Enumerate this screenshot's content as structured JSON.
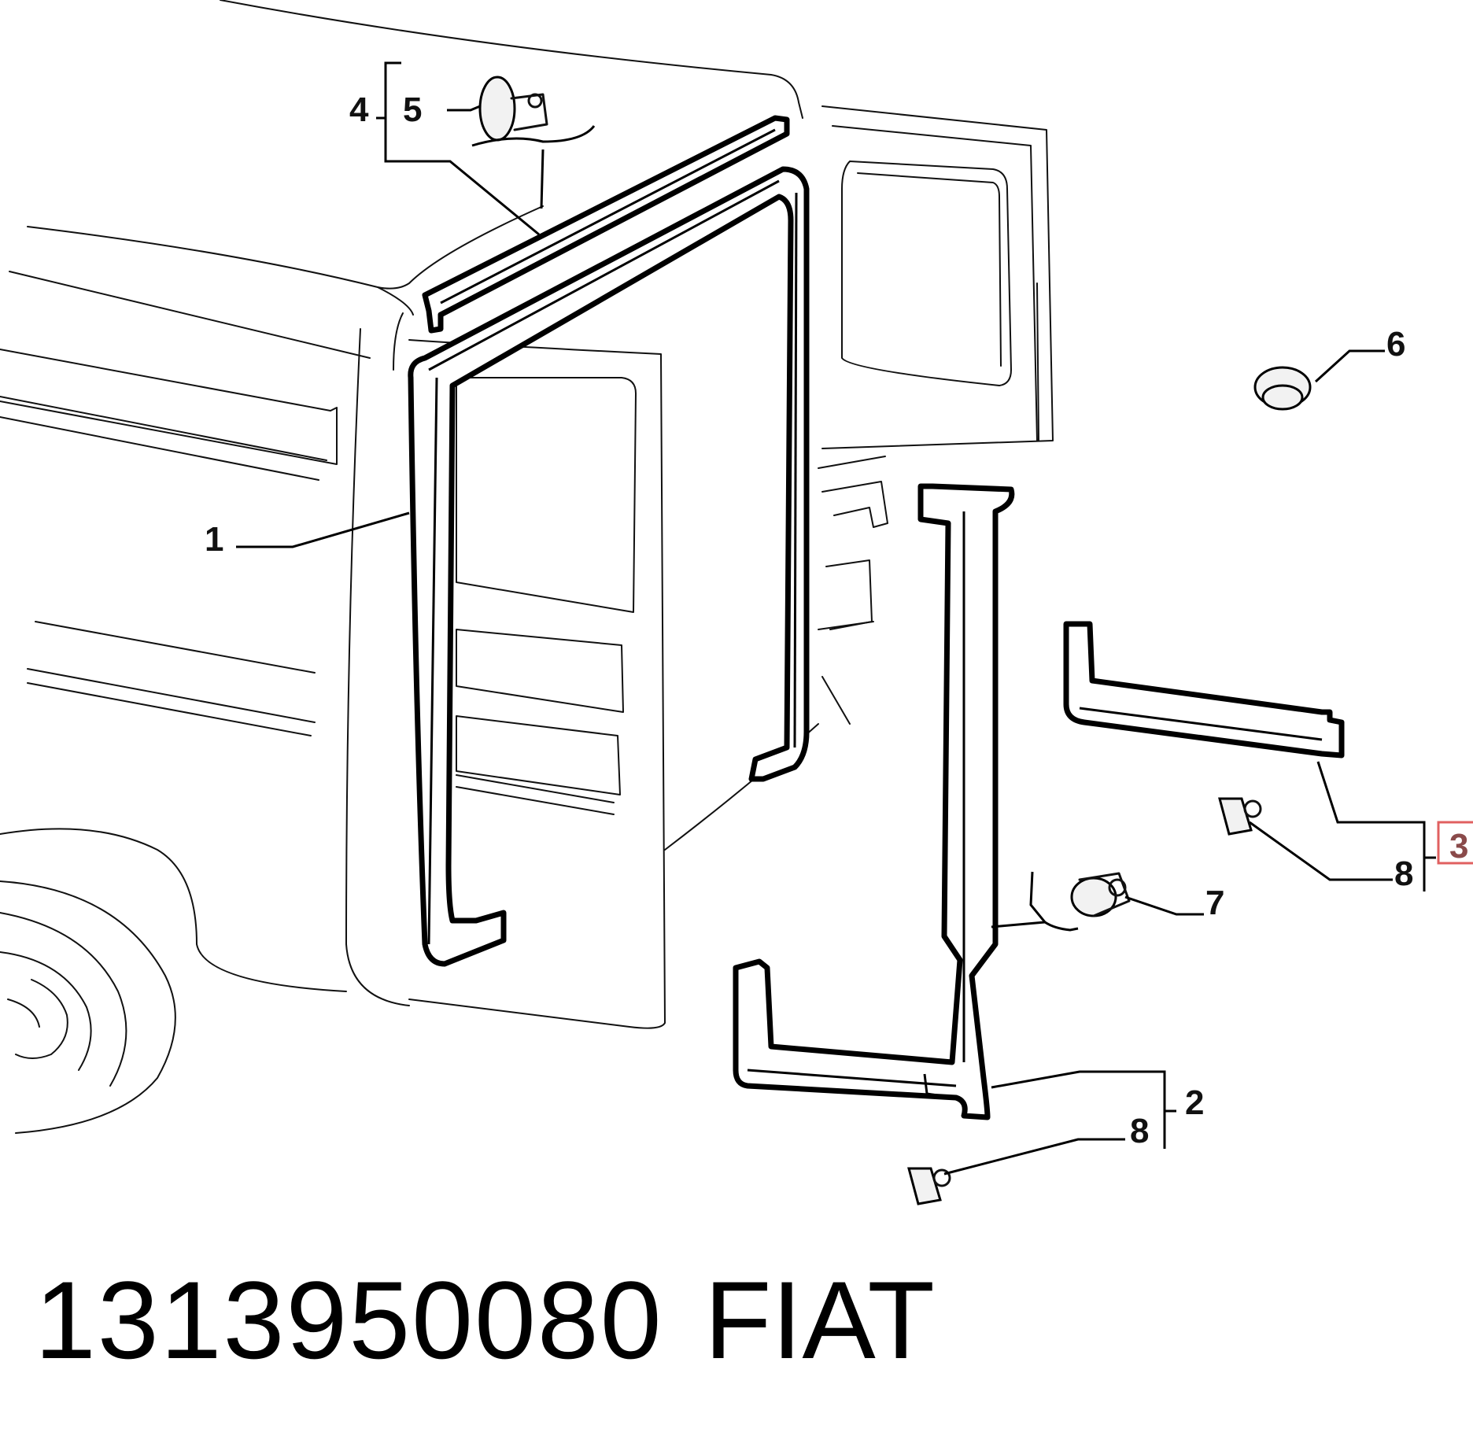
{
  "callouts": {
    "c1": "1",
    "c2": "2",
    "c3": "3",
    "c4": "4",
    "c5": "5",
    "c6": "6",
    "c7": "7",
    "c8a": "8",
    "c8b": "8"
  },
  "caption": {
    "part_number": "1313950080",
    "maker": "FIAT"
  },
  "colors": {
    "line": "#000000",
    "highlight_box": "#e06060",
    "highlight_text": "#8a4a4a"
  }
}
